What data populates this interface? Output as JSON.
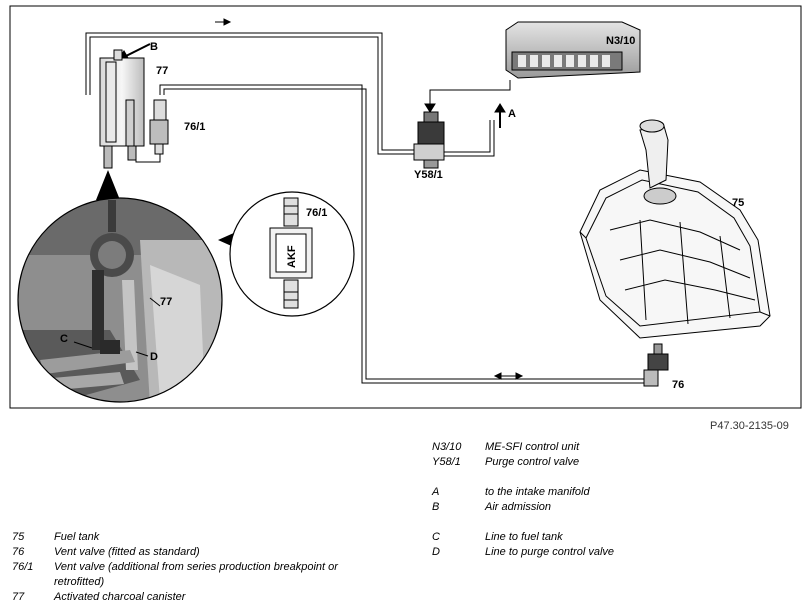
{
  "figure": {
    "labels": {
      "b": "B",
      "c77_top": "77",
      "c761_top": "76/1",
      "n310": "N3/10",
      "a": "A",
      "y581": "Y58/1",
      "c75": "75",
      "c761_detail": "76/1",
      "akf": "AKF",
      "c77_inset": "77",
      "c": "C",
      "d": "D",
      "c76": "76"
    },
    "code": "P47.30-2135-09"
  },
  "legend": {
    "left": [
      {
        "key": "75",
        "text": "Fuel tank"
      },
      {
        "key": "76",
        "text": "Vent valve (fitted as standard)"
      },
      {
        "key": "76/1",
        "text": "Vent valve (additional from series production breakpoint or retrofitted)"
      },
      {
        "key": "77",
        "text": "Activated charcoal canister"
      }
    ],
    "right": [
      {
        "key": "N3/10",
        "text": "ME-SFI control unit"
      },
      {
        "key": "Y58/1",
        "text": "Purge control valve"
      },
      {
        "key": "A",
        "text": "to the intake manifold"
      },
      {
        "key": "B",
        "text": "Air admission"
      },
      {
        "key": "C",
        "text": "Line to fuel tank"
      },
      {
        "key": "D",
        "text": "Line to purge control valve"
      }
    ]
  }
}
